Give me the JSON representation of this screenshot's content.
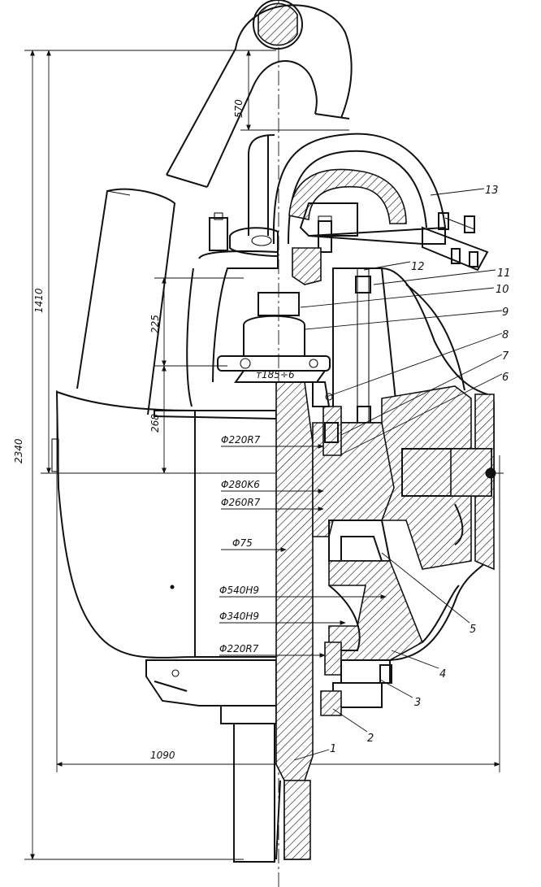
{
  "dimensions": {
    "overall_height": "2340",
    "upper_height": "1410",
    "top_offset": "570",
    "span_225": "225",
    "span_268": "268",
    "overall_width": "1090"
  },
  "fits": {
    "fit_185": "т185÷6",
    "fit_220_upper": "Φ220R7",
    "fit_280": "Φ280K6",
    "fit_260": "Φ260R7",
    "fit_75": "Φ75",
    "fit_540": "Φ540H9",
    "fit_340": "Φ340H9",
    "fit_220_lower": "Φ220R7"
  },
  "callouts": [
    "1",
    "2",
    "3",
    "4",
    "5",
    "6",
    "7",
    "8",
    "9",
    "10",
    "11",
    "12",
    "13"
  ]
}
